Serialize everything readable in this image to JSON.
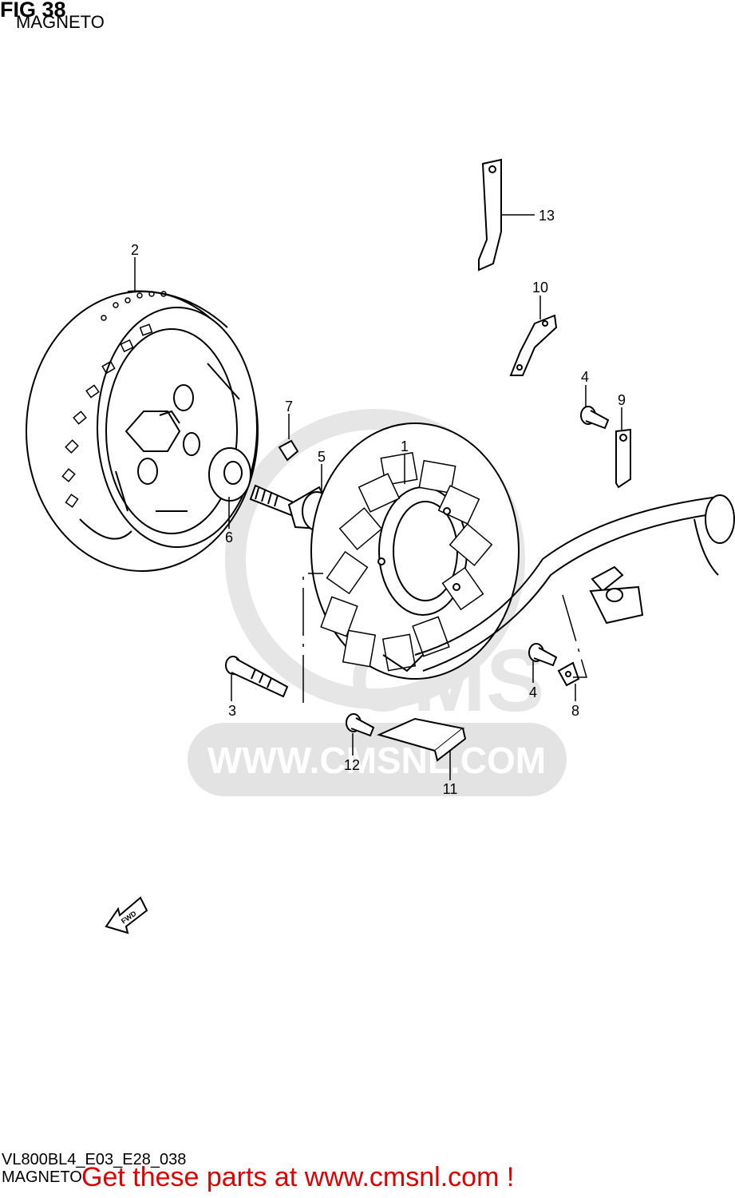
{
  "header": {
    "title": "FIG 38",
    "subtitle": "MAGNETO"
  },
  "footer": {
    "code": "VL800BL4_E03_E28_038",
    "subtitle": "MAGNETO",
    "promo": "Get these parts at www.cmsnl.com !"
  },
  "watermark": {
    "brand": "CMS",
    "url": "WWW.CMSNL.COM"
  },
  "fwd_label": "FWD",
  "callouts": [
    {
      "id": "1",
      "part": "stator"
    },
    {
      "id": "2",
      "part": "rotor"
    },
    {
      "id": "3",
      "part": "bolt"
    },
    {
      "id": "4",
      "part": "screw"
    },
    {
      "id": "4b",
      "label": "4",
      "part": "screw"
    },
    {
      "id": "5",
      "part": "rotor-bolt"
    },
    {
      "id": "6",
      "part": "washer"
    },
    {
      "id": "7",
      "part": "key"
    },
    {
      "id": "8",
      "part": "clamp"
    },
    {
      "id": "9",
      "part": "clamp"
    },
    {
      "id": "10",
      "part": "clamp"
    },
    {
      "id": "11",
      "part": "cover"
    },
    {
      "id": "12",
      "part": "screw"
    },
    {
      "id": "13",
      "part": "clamp"
    }
  ],
  "labels": {
    "c1": "1",
    "c2": "2",
    "c3": "3",
    "c4a": "4",
    "c4b": "4",
    "c5": "5",
    "c6": "6",
    "c7": "7",
    "c8": "8",
    "c9": "9",
    "c10": "10",
    "c11": "11",
    "c12": "12",
    "c13": "13"
  },
  "colors": {
    "promo": "#e00000",
    "watermark": "#d9d9d9",
    "line": "#000000"
  }
}
